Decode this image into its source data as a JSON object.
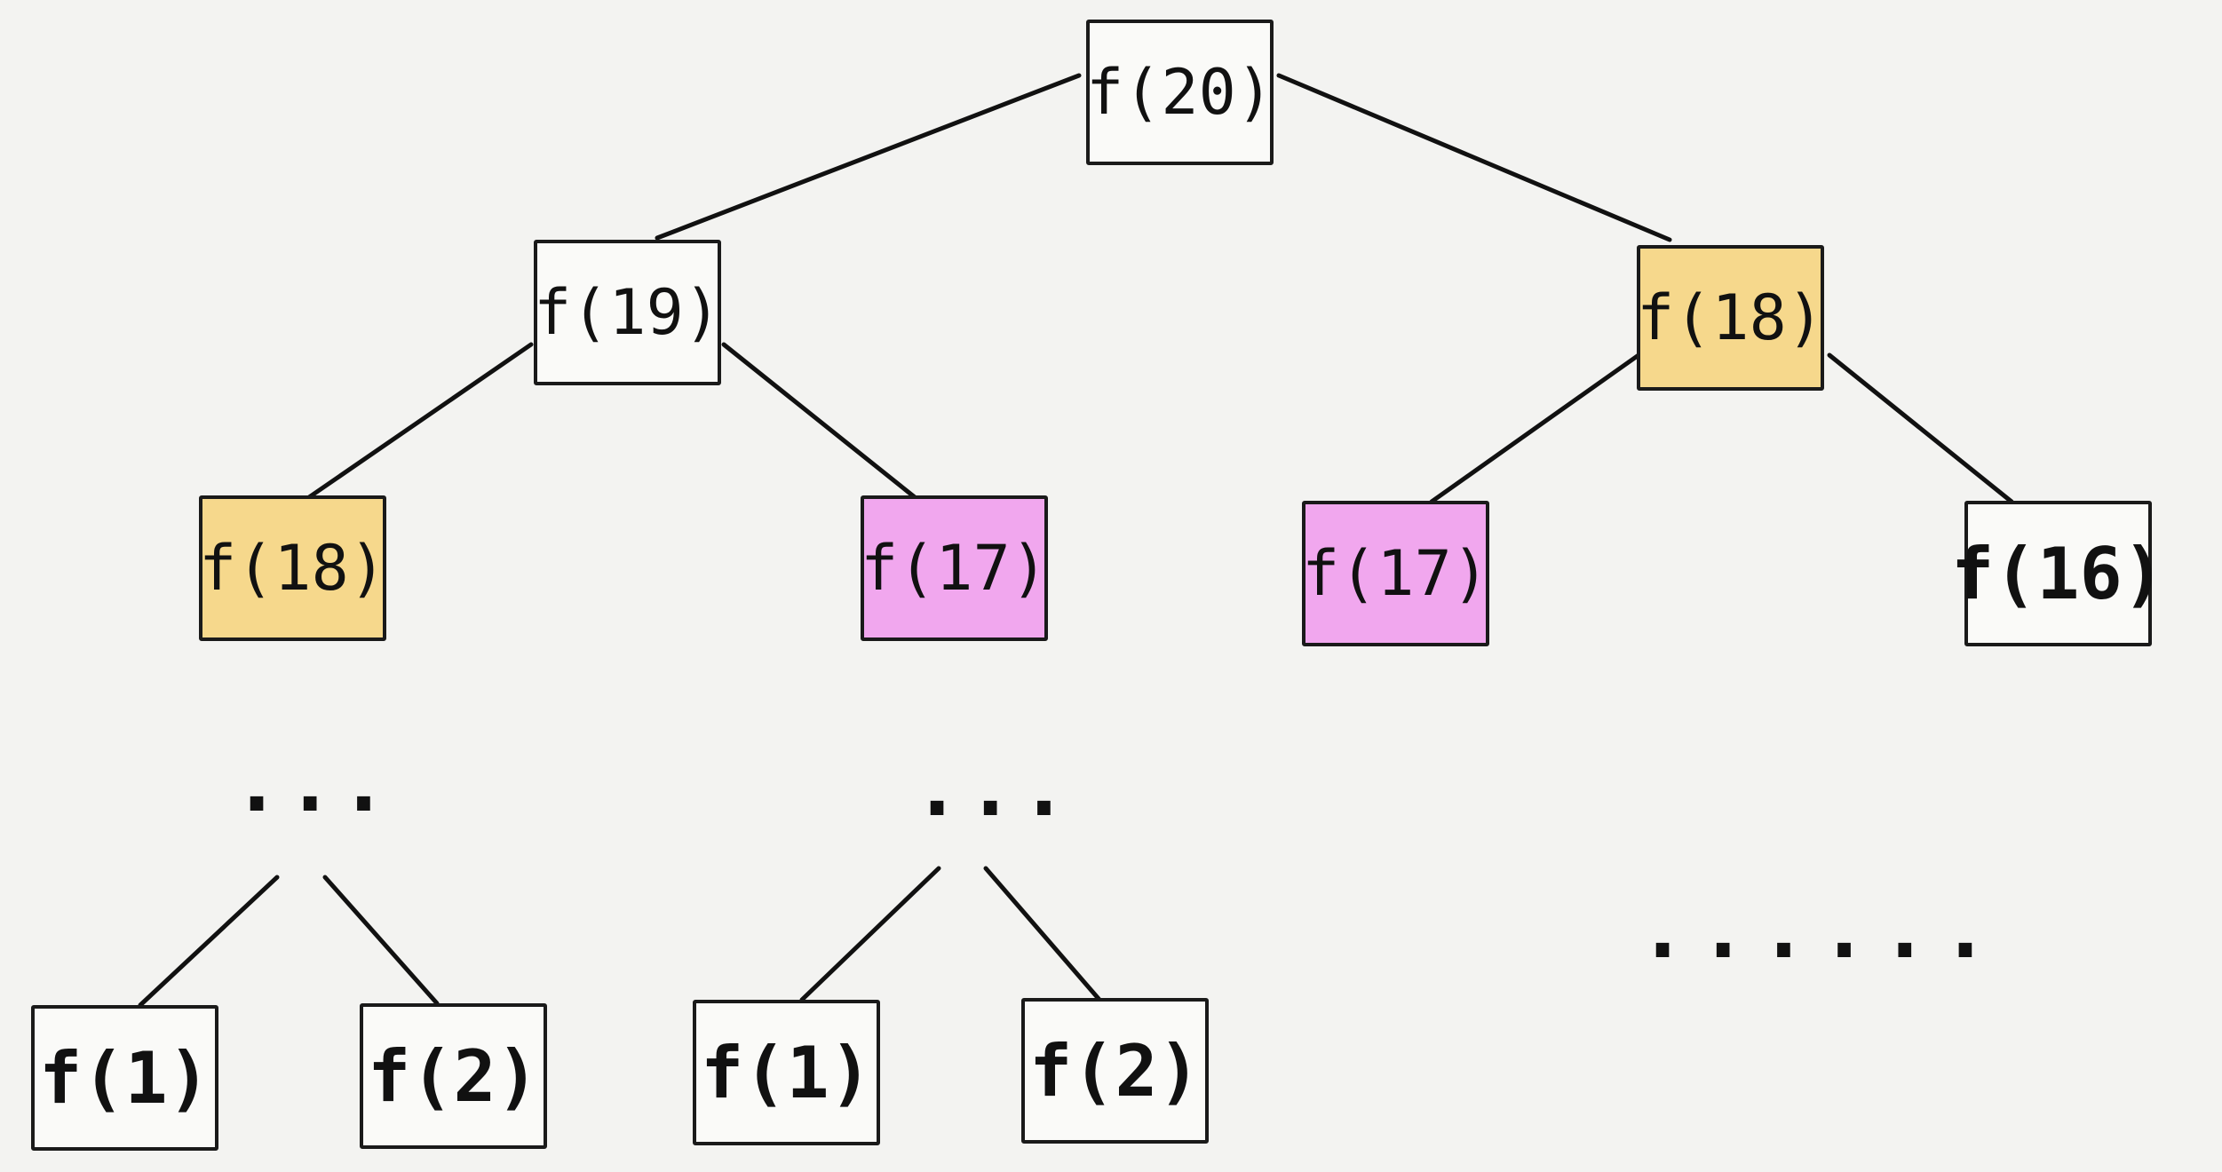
{
  "diagram": {
    "title": "Fibonacci recursion tree",
    "colors": {
      "repeat_18": "#f6d88c",
      "repeat_17": "#f1a7ee",
      "default": "#fafaf8",
      "background": "#f3f3f1"
    },
    "nodes": [
      {
        "id": "n20",
        "label": "f(20)",
        "color": "default"
      },
      {
        "id": "n19",
        "label": "f(19)",
        "color": "default"
      },
      {
        "id": "n18a",
        "label": "f(18)",
        "color": "repeat_18"
      },
      {
        "id": "n18b",
        "label": "f(18)",
        "color": "repeat_18"
      },
      {
        "id": "n17a",
        "label": "f(17)",
        "color": "repeat_17"
      },
      {
        "id": "n17b",
        "label": "f(17)",
        "color": "repeat_17"
      },
      {
        "id": "n16",
        "label": "f(16)",
        "color": "default"
      },
      {
        "id": "n1a",
        "label": "f(1)",
        "color": "default"
      },
      {
        "id": "n2a",
        "label": "f(2)",
        "color": "default"
      },
      {
        "id": "n1b",
        "label": "f(1)",
        "color": "default"
      },
      {
        "id": "n2b",
        "label": "f(2)",
        "color": "default"
      }
    ],
    "ellipses": [
      "...",
      "...",
      "......"
    ]
  }
}
